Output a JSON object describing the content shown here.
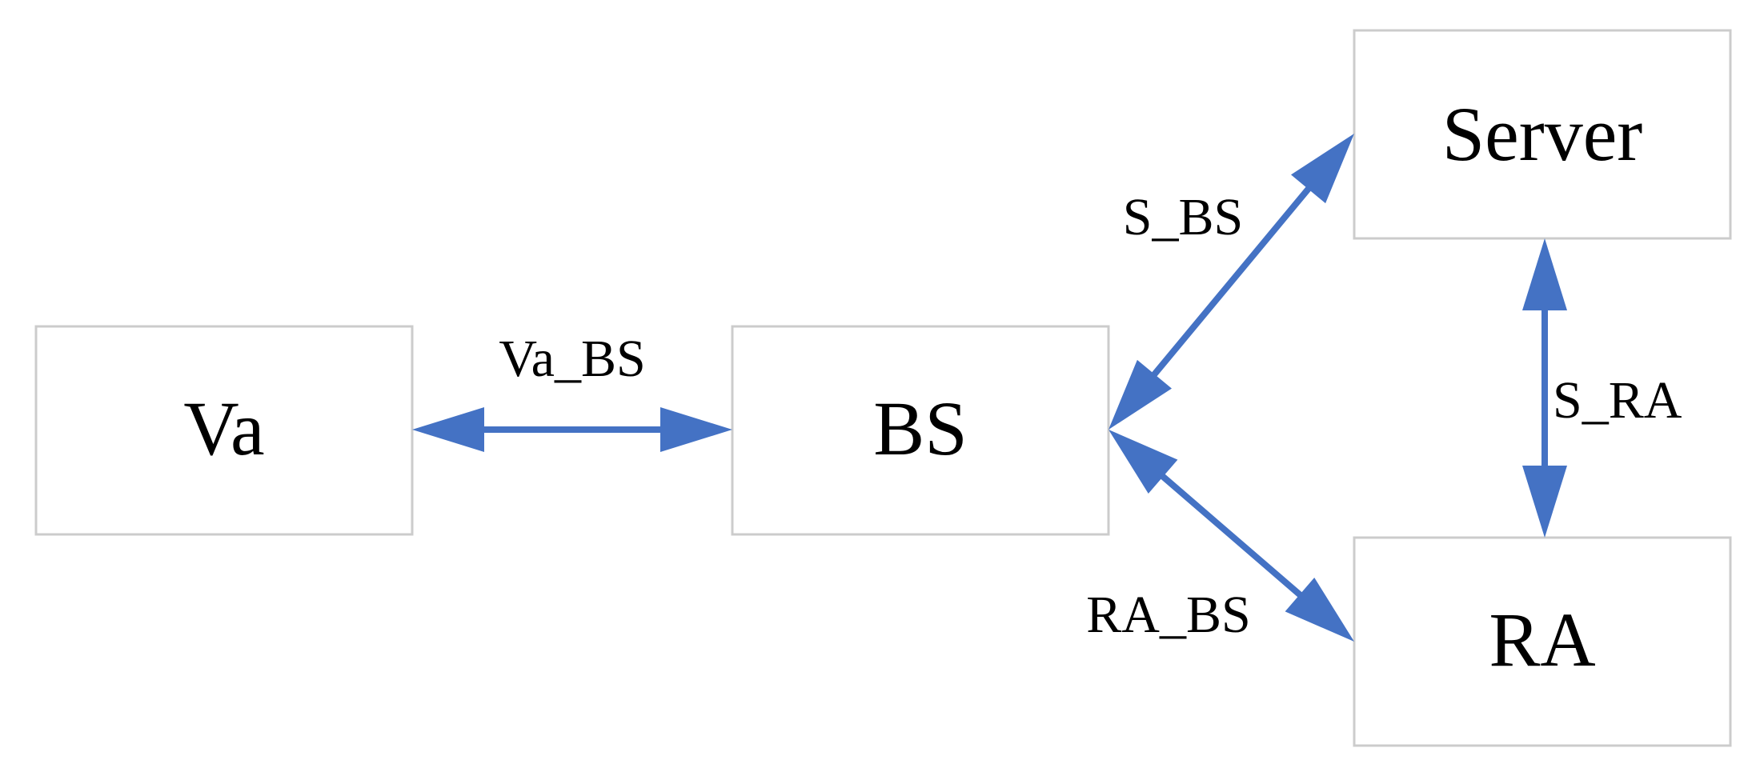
{
  "diagram": {
    "nodes": {
      "va": "Va",
      "bs": "BS",
      "server": "Server",
      "ra": "RA"
    },
    "edges": {
      "va_bs": "Va_BS",
      "s_bs": "S_BS",
      "s_ra": "S_RA",
      "ra_bs": "RA_BS"
    },
    "colors": {
      "arrow": "#4472c4",
      "box_border": "#cccccc",
      "text": "#000000"
    },
    "arrow_style": "bidirectional"
  }
}
